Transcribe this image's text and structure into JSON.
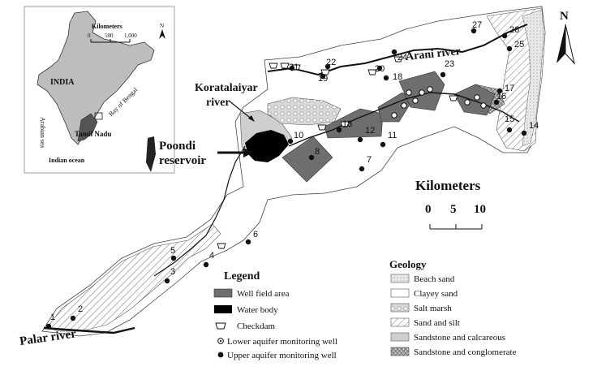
{
  "inset": {
    "scale_title": "Kilometers",
    "scale_ticks": [
      "0",
      "500",
      "1,000"
    ],
    "country": "INDIA",
    "state": "Tamil Nadu",
    "bay": "Bay of Bengal",
    "arabian": "Arabian sea",
    "ocean": "Indian ocean",
    "north": "N"
  },
  "north_label": "N",
  "scale_bar": {
    "title": "Kilometers",
    "ticks": [
      "0",
      "5",
      "10"
    ]
  },
  "rivers": {
    "arani": "Arani river",
    "koratalaiyar_line1": "Koratalaiyar",
    "koratalaiyar_line2": "river",
    "palar": "Palar river"
  },
  "reservoir": {
    "line1": "Poondi",
    "line2": "reservoir"
  },
  "wells": [
    "1",
    "2",
    "3",
    "4",
    "5",
    "6",
    "7",
    "8",
    "10",
    "11",
    "12",
    "13",
    "14",
    "15",
    "16",
    "17",
    "18",
    "19",
    "20",
    "21",
    "22",
    "23",
    "24",
    "25",
    "26",
    "27"
  ],
  "legend": {
    "title": "Legend",
    "items": [
      "Well field area",
      "Water body",
      "Checkdam",
      "Lower aquifer monitoring well",
      "Upper aquifer monitoring well"
    ]
  },
  "geology": {
    "title": "Geology",
    "items": [
      "Beach sand",
      "Clayey sand",
      "Salt marsh",
      "Sand and silt",
      "Sandstone and calcareous",
      "Sandstone and conglomerate"
    ]
  },
  "colors": {
    "well_field": "#6e6e6e",
    "water_body": "#000000",
    "beach_sand": "#e6e6e6",
    "clayey_sand": "#ffffff",
    "sandstone_calcareous": "#c8c8c8"
  }
}
